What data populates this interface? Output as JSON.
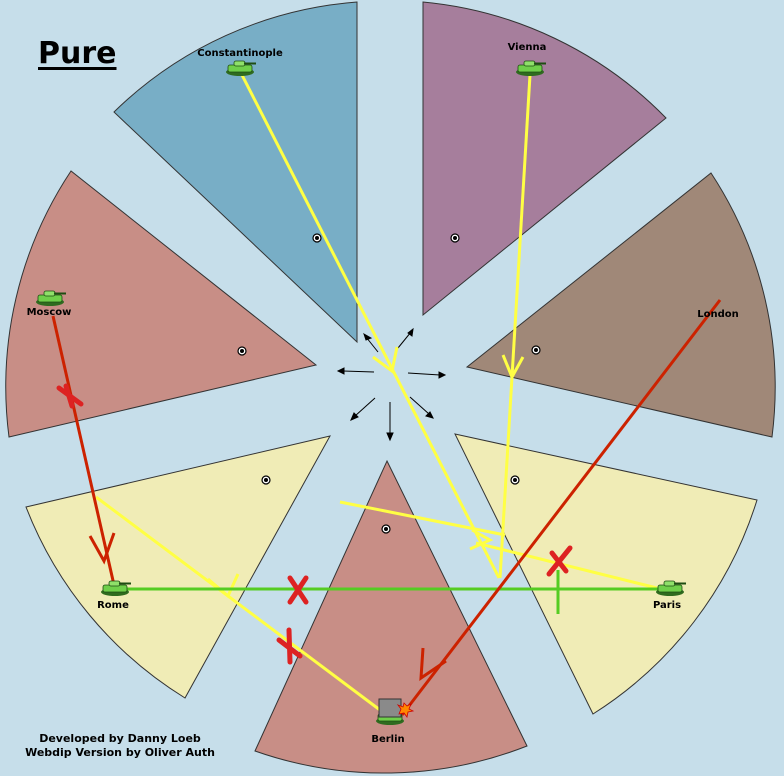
{
  "map": {
    "title": "Pure",
    "credits": {
      "line1": "Developed by Danny Loeb",
      "line2": "Webdip Version by Oliver Auth"
    },
    "colors": {
      "background": "#c6deea",
      "Constantinople": "#78aec6",
      "Vienna": "#a67e9c",
      "London": "#a08878",
      "Moscow": "#c88e86",
      "Berlin": "#c88e86",
      "Rome": "#f0ecb6",
      "Paris": "#f0ecb6",
      "move_arrow": "#ffff44",
      "failed_arrow": "#cc2200",
      "support_line": "#55cc22",
      "fail_marker": "#dd2222"
    },
    "territories": [
      {
        "name": "Constantinople",
        "unit": "army-tank-icon"
      },
      {
        "name": "Vienna",
        "unit": "army-tank-icon"
      },
      {
        "name": "Moscow",
        "unit": "army-tank-icon"
      },
      {
        "name": "London",
        "unit": "none"
      },
      {
        "name": "Rome",
        "unit": "army-tank-icon"
      },
      {
        "name": "Paris",
        "unit": "army-tank-icon"
      },
      {
        "name": "Berlin",
        "unit": "army-tank-icon",
        "status": "dislodged"
      }
    ],
    "orders": [
      {
        "type": "move",
        "from": "Constantinople",
        "to": "Paris",
        "color": "yellow"
      },
      {
        "type": "move",
        "from": "Vienna",
        "to": "Paris",
        "color": "yellow"
      },
      {
        "type": "move",
        "from": "Paris",
        "to": "Rome",
        "color": "yellow"
      },
      {
        "type": "move",
        "from": "Berlin",
        "to": "Rome",
        "color": "yellow"
      },
      {
        "type": "move",
        "from": "Moscow",
        "to": "Rome",
        "result": "failed"
      },
      {
        "type": "move",
        "from": "London",
        "to": "Berlin",
        "result": "successful"
      },
      {
        "type": "support",
        "from": "Rome",
        "to": "Paris",
        "color": "green"
      }
    ]
  }
}
